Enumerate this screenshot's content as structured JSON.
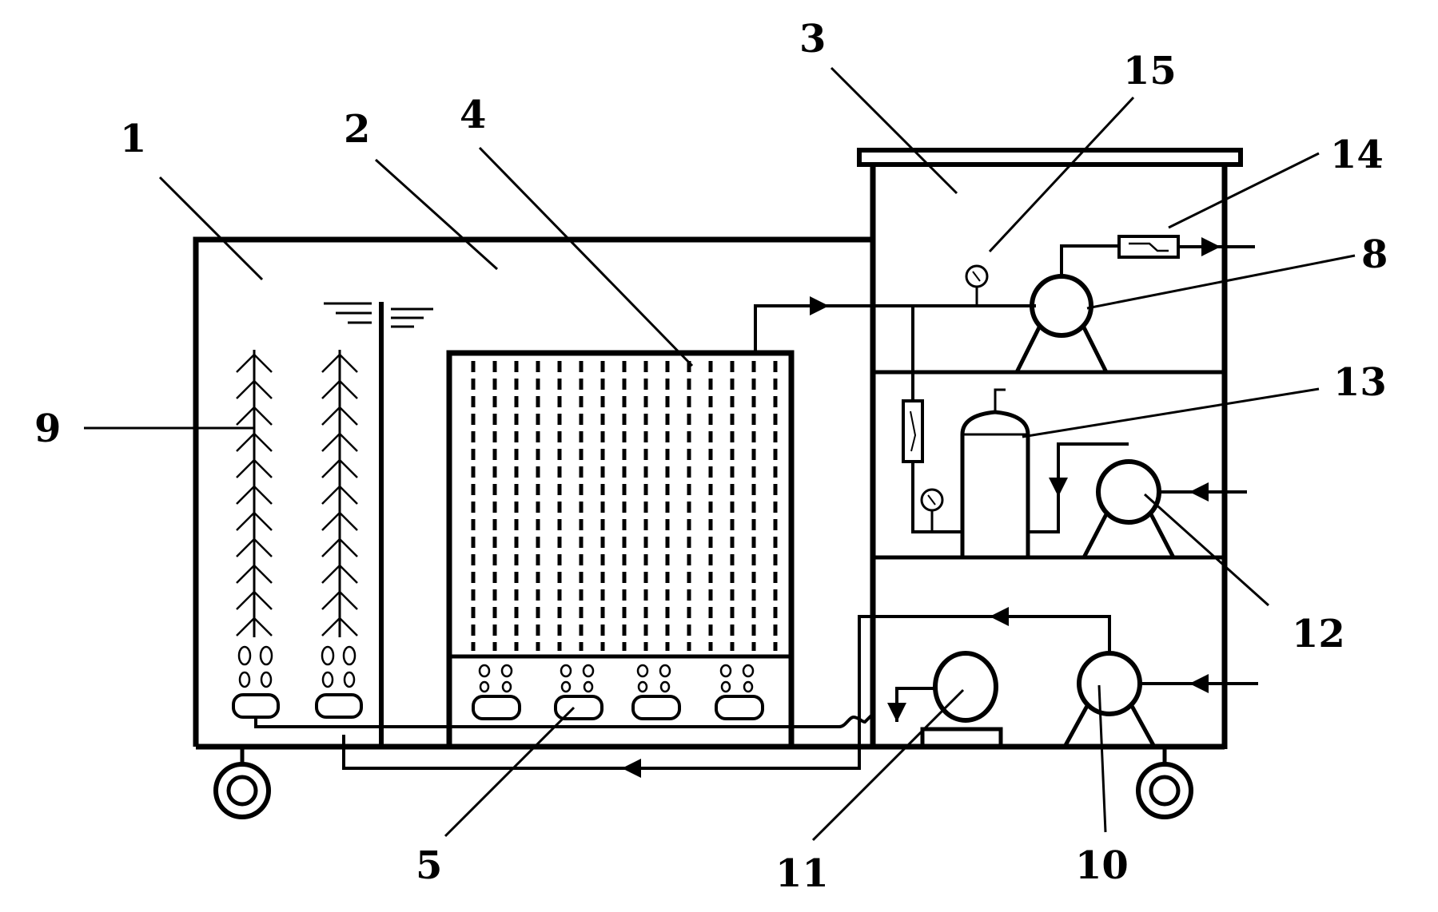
{
  "diagram": {
    "labels": [
      {
        "id": "label-1",
        "text": "1"
      },
      {
        "id": "label-2",
        "text": "2"
      },
      {
        "id": "label-3",
        "text": "3"
      },
      {
        "id": "label-4",
        "text": "4"
      },
      {
        "id": "label-5",
        "text": "5"
      },
      {
        "id": "label-8",
        "text": "8"
      },
      {
        "id": "label-9",
        "text": "9"
      },
      {
        "id": "label-10",
        "text": "10"
      },
      {
        "id": "label-11",
        "text": "11"
      },
      {
        "id": "label-12",
        "text": "12"
      },
      {
        "id": "label-13",
        "text": "13"
      },
      {
        "id": "label-14",
        "text": "14"
      },
      {
        "id": "label-15",
        "text": "15"
      }
    ],
    "line_color": "#000000",
    "background": "#ffffff"
  }
}
